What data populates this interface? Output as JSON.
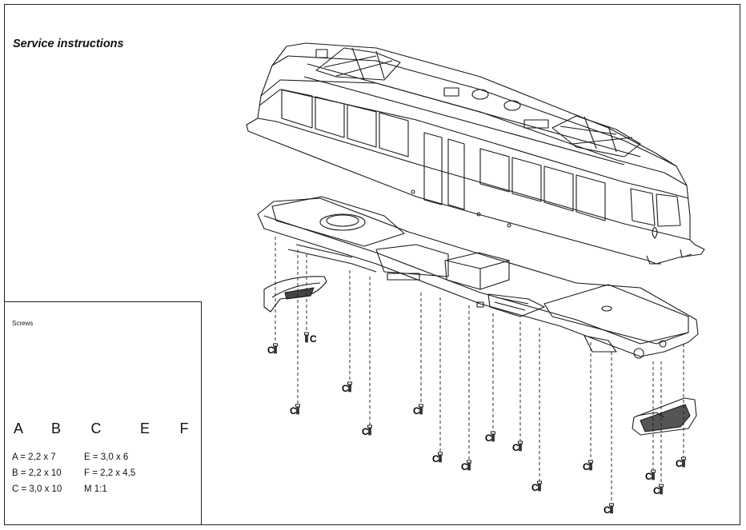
{
  "header": {
    "title": "Service instructions"
  },
  "screws": {
    "title": "Screws",
    "types": [
      {
        "letter": "A",
        "spec": "A = 2,2 x 7"
      },
      {
        "letter": "B",
        "spec": "B = 2,2 x 10"
      },
      {
        "letter": "C",
        "spec": "C = 3,0 x 10"
      },
      {
        "letter": "E",
        "spec": "E = 3,0 x 6"
      },
      {
        "letter": "F",
        "spec": "F = 2,2 x 4,5"
      }
    ],
    "scale": "M 1:1"
  },
  "diagram": {
    "screw_label": "C"
  }
}
